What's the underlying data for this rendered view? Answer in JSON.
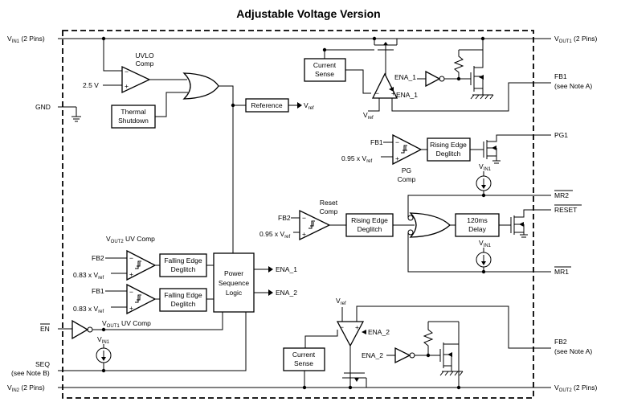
{
  "title": "Adjustable Voltage Version",
  "pins": {
    "vin1": {
      "main": "V",
      "sub": "IN1",
      "suffix": " (2 Pins)"
    },
    "vin2": {
      "main": "V",
      "sub": "IN2",
      "suffix": " (2 Pins)"
    },
    "vout1": {
      "main": "V",
      "sub": "OUT1",
      "suffix": " (2 Pins)"
    },
    "vout2": {
      "main": "V",
      "sub": "OUT2",
      "suffix": " (2 Pins)"
    },
    "gnd": "GND",
    "en": "EN",
    "seq": "SEQ",
    "seq_note": "(see Note B)",
    "fb1": "FB1",
    "fb1_note": "(see Note A)",
    "fb2": "FB2",
    "fb2_note": "(see Note A)",
    "pg1": "PG1",
    "mr2": "MR2",
    "reset": "RESET",
    "mr1": "MR1"
  },
  "blocks": {
    "uvlo_comp": [
      "UVLO",
      "Comp"
    ],
    "v25": "2.5 V",
    "thermal": [
      "Thermal",
      "Shutdown"
    ],
    "reference": "Reference",
    "vref": {
      "main": "V",
      "sub": "ref"
    },
    "current_sense": [
      "Current",
      "Sense"
    ],
    "ena_1": "ENA_1",
    "ena_2": "ENA_2",
    "rising_edge": [
      "Rising Edge",
      "Deglitch"
    ],
    "falling_edge": [
      "Falling Edge",
      "Deglitch"
    ],
    "pg_comp": [
      "PG",
      "Comp"
    ],
    "reset_comp": [
      "Reset",
      "Comp"
    ],
    "delay": [
      "120ms",
      "Delay"
    ],
    "psl": [
      "Power",
      "Sequence",
      "Logic"
    ],
    "vout2_uv": {
      "pre": "V",
      "sub": "OUT2",
      "post": " UV Comp"
    },
    "vout1_uv": {
      "pre": "V",
      "sub": "OUT1",
      "post": " UV Comp"
    },
    "thr_095": {
      "pre": "0.95 x V",
      "sub": "ref"
    },
    "thr_083": {
      "pre": "0.83 x V",
      "sub": "ref"
    },
    "vin1_src": {
      "main": "V",
      "sub": "IN1"
    }
  }
}
